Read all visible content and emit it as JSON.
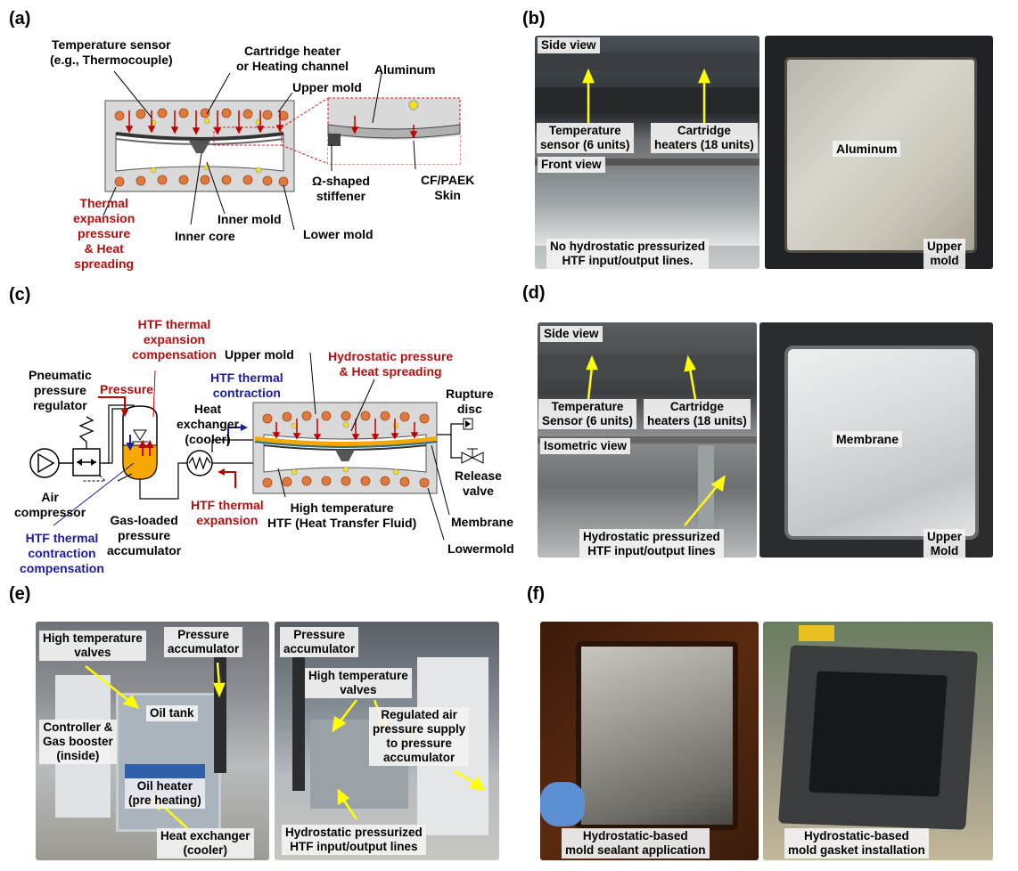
{
  "panel_labels": [
    "(a)",
    "(b)",
    "(c)",
    "(d)",
    "(e)",
    "(f)"
  ],
  "a": {
    "temperature_sensor": [
      "Temperature sensor",
      "(e.g., Thermocouple)"
    ],
    "cartridge_heater": [
      "Cartridge heater",
      "or Heating channel"
    ],
    "aluminum": "Aluminum",
    "upper_mold": "Upper mold",
    "thermal_expansion": [
      "Thermal",
      "expansion",
      "pressure",
      "& Heat",
      "spreading"
    ],
    "inner_mold": "Inner mold",
    "inner_core": "Inner core",
    "lower_mold": "Lower mold",
    "omega_stiffener": [
      "Ω-shaped",
      "stiffener"
    ],
    "cf_paek_skin": [
      "CF/PAEK",
      "Skin"
    ]
  },
  "b": {
    "side_view": "Side view",
    "temp_sensor": [
      "Temperature",
      "sensor (6 units)"
    ],
    "cartridge_heaters": [
      "Cartridge",
      "heaters (18 units)"
    ],
    "front_view": "Front view",
    "no_hydrostatic": [
      "No hydrostatic pressurized",
      "HTF input/output lines."
    ],
    "aluminum": "Aluminum",
    "upper_mold": [
      "Upper",
      "mold"
    ]
  },
  "c": {
    "htf_thermal_expansion_comp": [
      "HTF thermal",
      "expansion",
      "compensation"
    ],
    "pneumatic_regulator": [
      "Pneumatic",
      "pressure",
      "regulator"
    ],
    "pressure": "Pressure",
    "htf_thermal_contraction": [
      "HTF thermal",
      "contraction"
    ],
    "heat_exchanger": [
      "Heat",
      "exchanger",
      "(cooler)"
    ],
    "upper_mold": "Upper mold",
    "hydrostatic_pressure": [
      "Hydrostatic pressure",
      "& Heat spreading"
    ],
    "rupture_disc": [
      "Rupture",
      "disc"
    ],
    "release_valve": [
      "Release",
      "valve"
    ],
    "air_compressor": [
      "Air",
      "compressor"
    ],
    "htf_thermal_expansion": [
      "HTF thermal",
      "expansion"
    ],
    "high_temp_htf": [
      "High temperature",
      "HTF (Heat Transfer Fluid)"
    ],
    "membrane": "Membrane",
    "lowermold": "Lowermold",
    "gas_loaded": [
      "Gas-loaded",
      "pressure",
      "accumulator"
    ],
    "htf_contraction_comp": [
      "HTF thermal",
      "contraction",
      "compensation"
    ]
  },
  "d": {
    "side_view": "Side view",
    "temp_sensor": [
      "Temperature",
      "Sensor (6 units)"
    ],
    "cartridge_heaters": [
      "Cartridge",
      "heaters (18 units)"
    ],
    "isometric_view": "Isometric view",
    "hydrostatic_lines": [
      "Hydrostatic pressurized",
      "HTF input/output lines"
    ],
    "membrane": "Membrane",
    "upper_mold": [
      "Upper",
      "Mold"
    ]
  },
  "e": {
    "ht_valves": [
      "High temperature",
      "valves"
    ],
    "pressure_accumulator": [
      "Pressure",
      "accumulator"
    ],
    "oil_tank": "Oil tank",
    "controller": [
      "Controller &",
      "Gas booster",
      "(inside)"
    ],
    "oil_heater": [
      "Oil heater",
      "(pre heating)"
    ],
    "heat_exchanger": [
      "Heat exchanger",
      "(cooler)"
    ],
    "pressure_accumulator_2": [
      "Pressure",
      "accumulator"
    ],
    "ht_valves_2": [
      "High temperature",
      "valves"
    ],
    "regulated_air": [
      "Regulated air",
      "pressure supply",
      "to pressure",
      "accumulator"
    ],
    "hydrostatic_lines": [
      "Hydrostatic pressurized",
      "HTF input/output lines"
    ]
  },
  "f": {
    "sealant": [
      "Hydrostatic-based",
      "mold  sealant application"
    ],
    "gasket": [
      "Hydrostatic-based",
      "mold gasket installation"
    ]
  },
  "colors": {
    "heater": "#e07a3c",
    "sensor": "#f2e21a",
    "red_text": "#b01010",
    "blue_text": "#1c1c9c",
    "mold_gray": "#d9d9d9",
    "oil": "#f5a800"
  }
}
